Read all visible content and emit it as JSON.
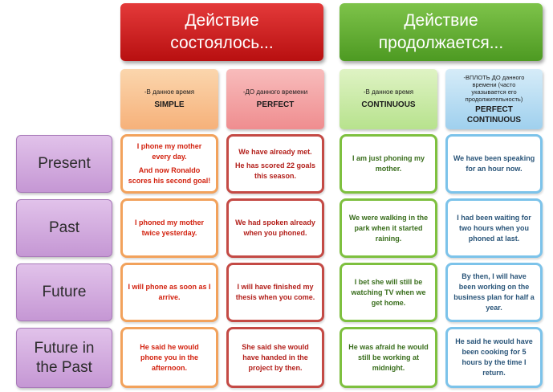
{
  "groups": {
    "completed": {
      "line1": "Действие",
      "line2": "состоялось..."
    },
    "ongoing": {
      "line1": "Действие",
      "line2": "продолжается..."
    }
  },
  "tenses": {
    "simple": {
      "note": "-В данное время",
      "name": "SIMPLE"
    },
    "perfect": {
      "note": "-ДО данного времени",
      "name": "PERFECT"
    },
    "continuous": {
      "note": "-В данное время",
      "name": "CONTINUOUS"
    },
    "perfect_continuous": {
      "note1": "-ВПЛОТЬ ДО данного",
      "note2": "времени (часто",
      "note3": "указывается его",
      "note4": "продолжительность)",
      "name1": "PERFECT",
      "name2": "CONTINUOUS"
    }
  },
  "rows": {
    "present": {
      "line1": "Present"
    },
    "past": {
      "line1": "Past"
    },
    "future": {
      "line1": "Future"
    },
    "future_past": {
      "line1": "Future in",
      "line2": "the Past"
    }
  },
  "cells": {
    "present": {
      "simple": {
        "l1": "I phone my mother",
        "l2": "every day.",
        "l3": "And now Ronaldo",
        "l4": "scores his second goal!"
      },
      "perfect": {
        "l1": "We have already met.",
        "l2": "He has scored 22 goals",
        "l3": "this season."
      },
      "continuous": {
        "l1": "I am just phoning my",
        "l2": "mother."
      },
      "perfect_continuous": {
        "l1": "We have been speaking",
        "l2": "for an hour now."
      }
    },
    "past": {
      "simple": {
        "l1": "I phoned my mother",
        "l2": "twice yesterday."
      },
      "perfect": {
        "l1": "We had spoken already",
        "l2": "when you phoned."
      },
      "continuous": {
        "l1": "We were walking in the",
        "l2": "park when it started",
        "l3": "raining."
      },
      "perfect_continuous": {
        "l1": "I had been waiting for",
        "l2": "two hours when you",
        "l3": "phoned at last."
      }
    },
    "future": {
      "simple": {
        "l1": "I will phone as soon as I",
        "l2": "arrive."
      },
      "perfect": {
        "l1": "I will have finished my",
        "l2": "thesis when you come."
      },
      "continuous": {
        "l1": "I bet she will still be",
        "l2": "watching TV when we",
        "l3": "get home."
      },
      "perfect_continuous": {
        "l1": "By then, I will have",
        "l2": "been working on the",
        "l3": "business plan for half a",
        "l4": "year."
      }
    },
    "future_past": {
      "simple": {
        "l1": "He said he would",
        "l2": "phone you in the",
        "l3": "afternoon."
      },
      "perfect": {
        "l1": "She said she would",
        "l2": "have handed in the",
        "l3": "project by then."
      },
      "continuous": {
        "l1": "He was afraid he would",
        "l2": "still be working at",
        "l3": "midnight."
      },
      "perfect_continuous": {
        "l1": "He said he would have",
        "l2": "been cooking for 5",
        "l3": "hours  by the time I",
        "l4": "return."
      }
    }
  }
}
